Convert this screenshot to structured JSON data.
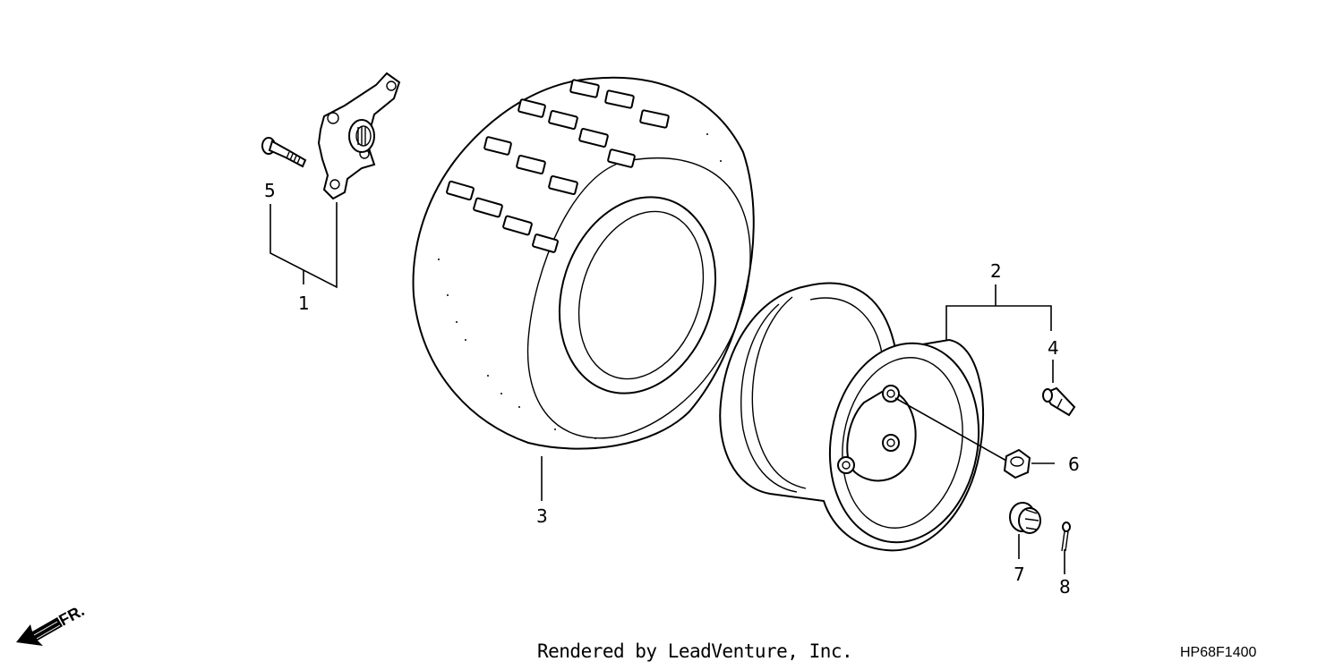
{
  "callouts": {
    "c1": "1",
    "c2": "2",
    "c3": "3",
    "c4": "4",
    "c5": "5",
    "c6": "6",
    "c7": "7",
    "c8": "8"
  },
  "direction_marker": "FR.",
  "credit": "Rendered by LeadVenture, Inc.",
  "diagram_code": "HP68F1400",
  "icons": {
    "hub": "wheel-hub-icon",
    "stud": "hub-stud-icon",
    "tire": "tire-icon",
    "rim": "wheel-rim-icon",
    "valve": "valve-stem-icon",
    "nut": "wheel-nut-icon",
    "castle_nut": "castle-nut-icon",
    "pin": "cotter-pin-icon",
    "arrow": "front-arrow-icon"
  }
}
